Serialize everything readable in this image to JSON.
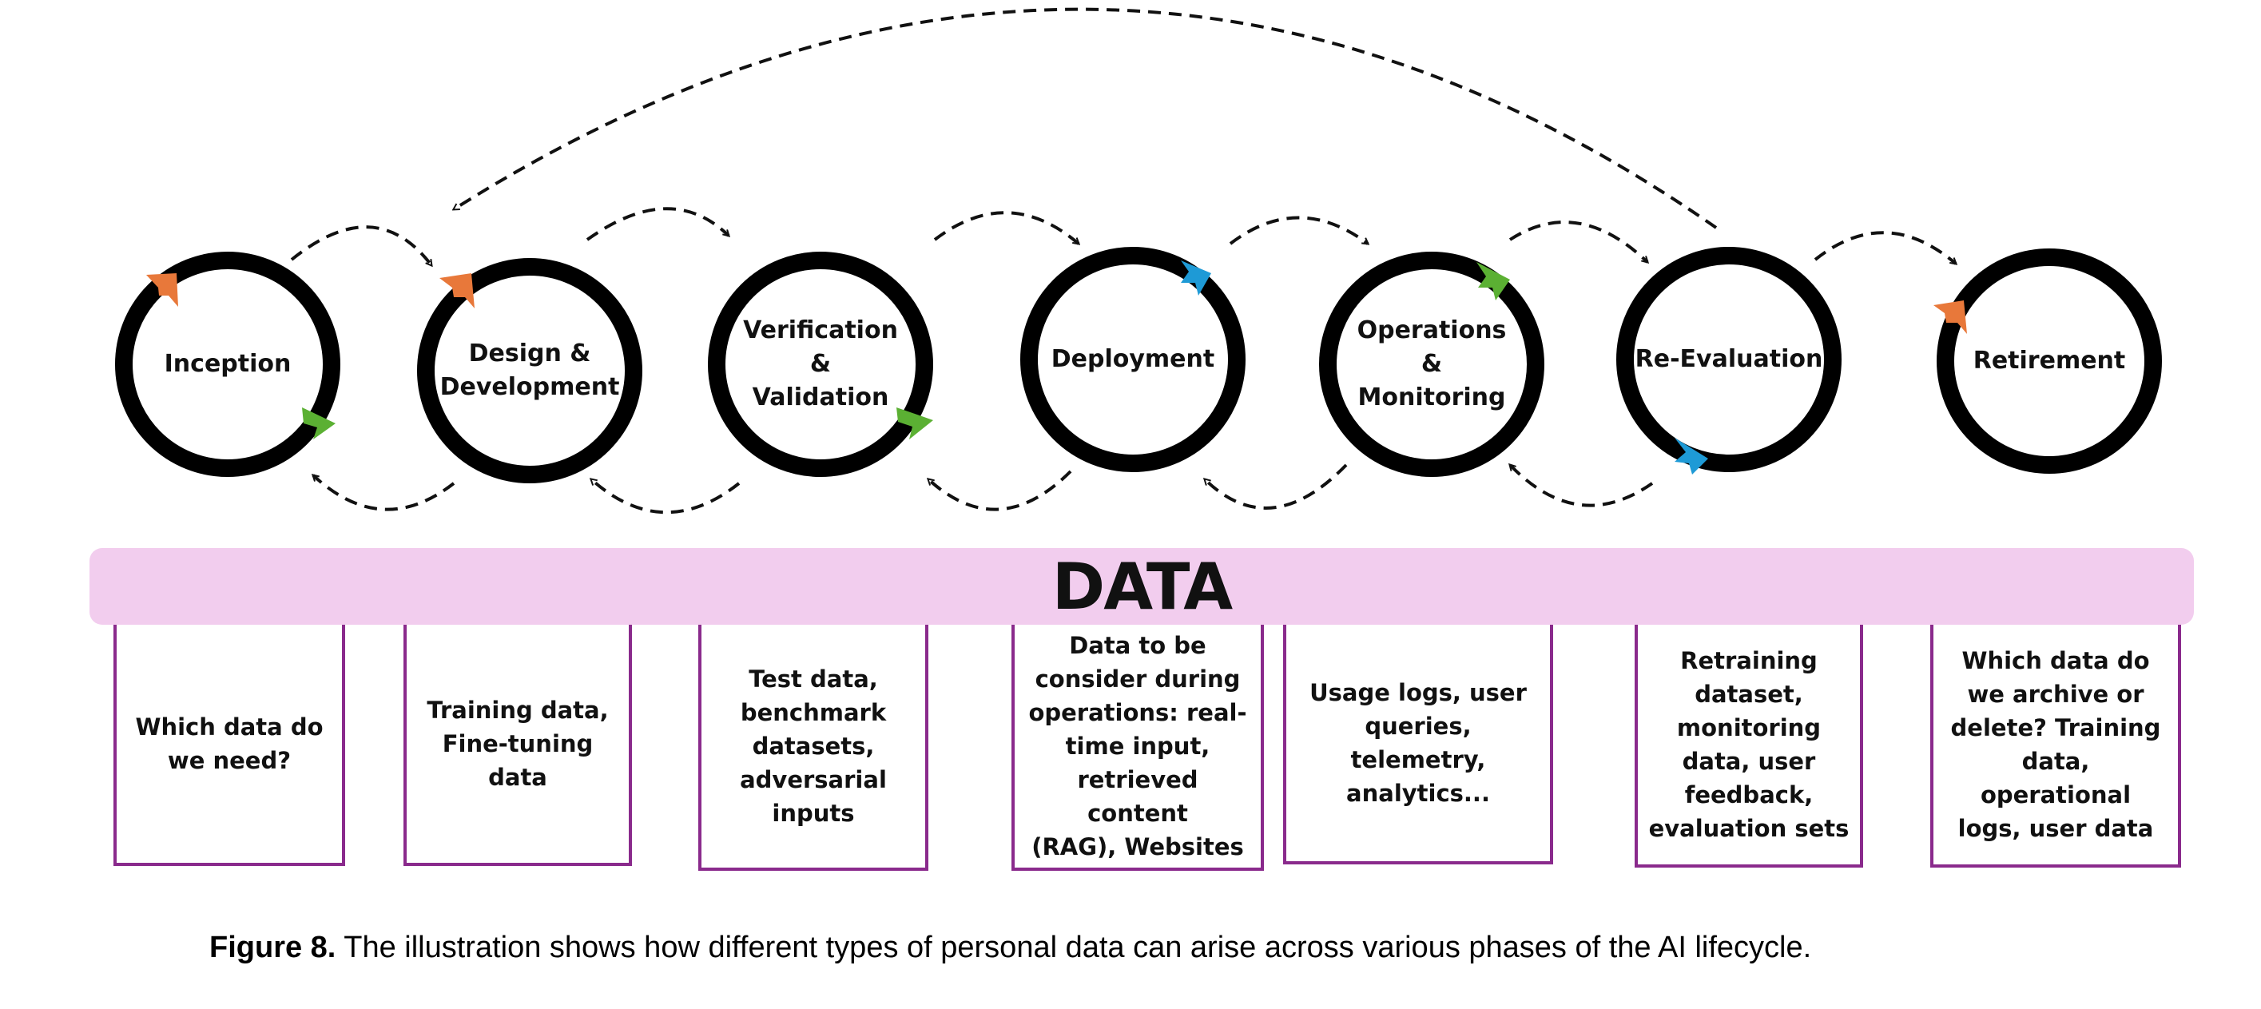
{
  "phases": [
    {
      "id": "inception",
      "label": "Inception"
    },
    {
      "id": "design-development",
      "label": "Design &\nDevelopment"
    },
    {
      "id": "verification-validation",
      "label": "Verification\n&\nValidation"
    },
    {
      "id": "deployment",
      "label": "Deployment"
    },
    {
      "id": "operations-monitoring",
      "label": "Operations\n&\nMonitoring"
    },
    {
      "id": "re-evaluation",
      "label": "Re-Evaluation"
    },
    {
      "id": "retirement",
      "label": "Retirement"
    }
  ],
  "data_bar": {
    "title": "DATA"
  },
  "data_boxes": [
    {
      "text": "Which data do\nwe need?"
    },
    {
      "text": "Training data,\nFine-tuning\ndata"
    },
    {
      "text": "Test data,\nbenchmark\ndatasets,\nadversarial\ninputs"
    },
    {
      "text": "Data to be\nconsider during\noperations: real-\ntime input,\nretrieved content\n(RAG), Websites"
    },
    {
      "text": "Usage logs, user\nqueries, telemetry,\nanalytics..."
    },
    {
      "text": "Retraining\ndataset,\nmonitoring\ndata, user\nfeedback,\nevaluation sets"
    },
    {
      "text": "Which data do\nwe archive or\ndelete? Training\ndata, operational\nlogs, user data"
    }
  ],
  "caption": {
    "label": "Figure 8.",
    "text": " The illustration shows how different types of personal data can arise across various phases of the AI lifecycle."
  },
  "colors": {
    "ring": "#000000",
    "orange_arrow": "#e8783a",
    "green_arrow": "#5bb033",
    "blue_arrow": "#1e9ad6",
    "data_bar": "#f2cdee",
    "box_border": "#8a2a8c"
  }
}
